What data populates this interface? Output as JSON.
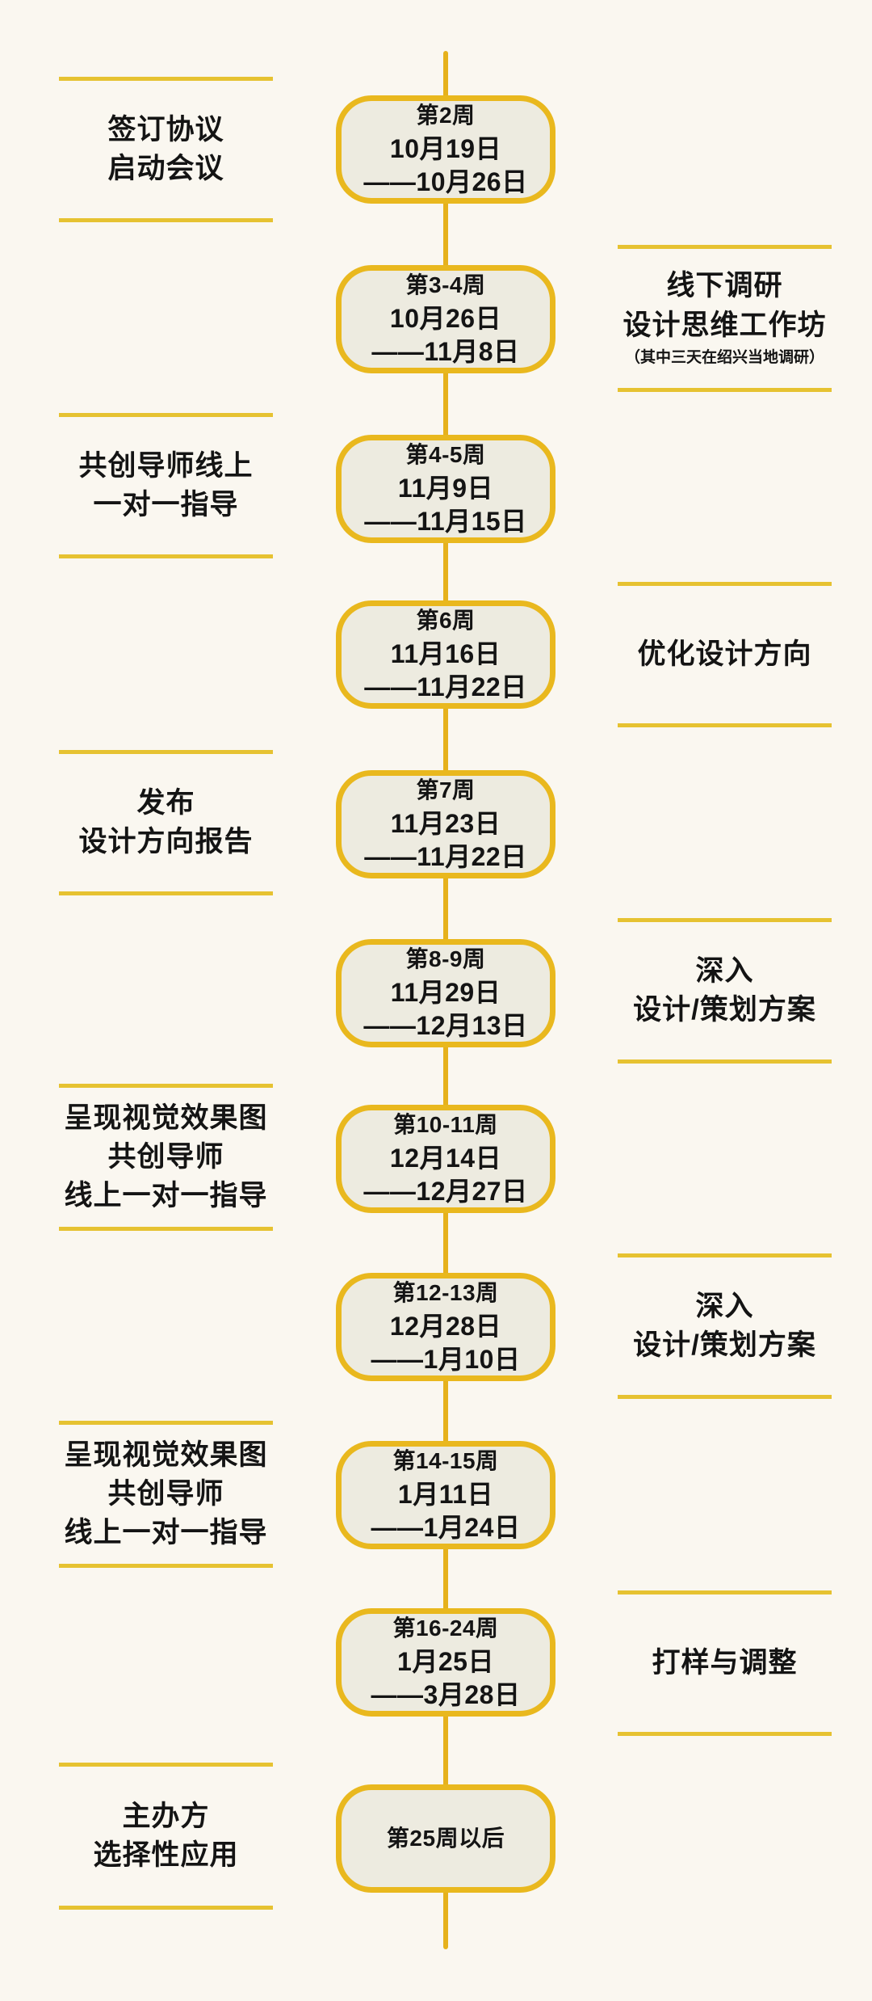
{
  "timeline": {
    "title": "project-schedule-timeline",
    "colors": {
      "background": "#faf7f0",
      "node_fill": "#edebe0",
      "node_border": "#e9b81e",
      "spine": "#e6b11c",
      "rule": "#e6c231",
      "text": "#141414"
    },
    "nodes": [
      {
        "week": "第2周",
        "date_start": "10月19日",
        "date_end": "——10月26日"
      },
      {
        "week": "第3-4周",
        "date_start": "10月26日",
        "date_end": "——11月8日"
      },
      {
        "week": "第4-5周",
        "date_start": "11月9日",
        "date_end": "——11月15日"
      },
      {
        "week": "第6周",
        "date_start": "11月16日",
        "date_end": "——11月22日"
      },
      {
        "week": "第7周",
        "date_start": "11月23日",
        "date_end": "——11月22日"
      },
      {
        "week": "第8-9周",
        "date_start": "11月29日",
        "date_end": "——12月13日"
      },
      {
        "week": "第10-11周",
        "date_start": "12月14日",
        "date_end": "——12月27日"
      },
      {
        "week": "第12-13周",
        "date_start": "12月28日",
        "date_end": "——1月10日"
      },
      {
        "week": "第14-15周",
        "date_start": "1月11日",
        "date_end": "——1月24日"
      },
      {
        "week": "第16-24周",
        "date_start": "1月25日",
        "date_end": "——3月28日"
      },
      {
        "week": "第25周以后"
      }
    ],
    "left_labels": [
      {
        "text": "签订协议\n启动会议"
      },
      {
        "text": "共创导师线上\n一对一指导"
      },
      {
        "text": "发布\n设计方向报告"
      },
      {
        "text": "呈现视觉效果图\n共创导师\n线上一对一指导"
      },
      {
        "text": "呈现视觉效果图\n共创导师\n线上一对一指导"
      },
      {
        "text": "主办方\n选择性应用"
      }
    ],
    "right_labels": [
      {
        "text": "线下调研\n设计思维工作坊",
        "note": "（其中三天在绍兴当地调研）"
      },
      {
        "text": "优化设计方向"
      },
      {
        "text": "深入\n设计/策划方案"
      },
      {
        "text": "深入\n设计/策划方案"
      },
      {
        "text": "打样与调整"
      }
    ]
  }
}
